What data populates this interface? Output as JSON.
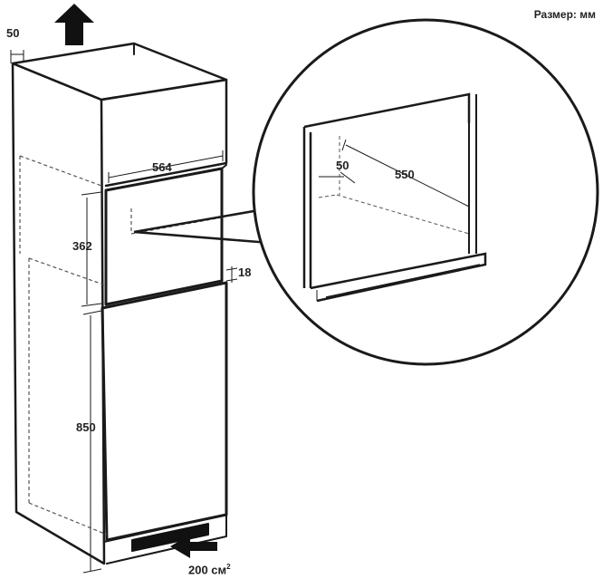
{
  "units_label": "Размер: мм",
  "dimensions": {
    "top_gap": "50",
    "niche_width": "564",
    "niche_height": "362",
    "shelf_thickness": "18",
    "base_height": "850",
    "detail_depth": "550",
    "detail_gap": "50"
  },
  "vent_area": {
    "value": "200 см",
    "superscript": "2"
  },
  "colors": {
    "line": "#1a1a1a",
    "dashed": "#555555",
    "arrow": "#111111"
  }
}
